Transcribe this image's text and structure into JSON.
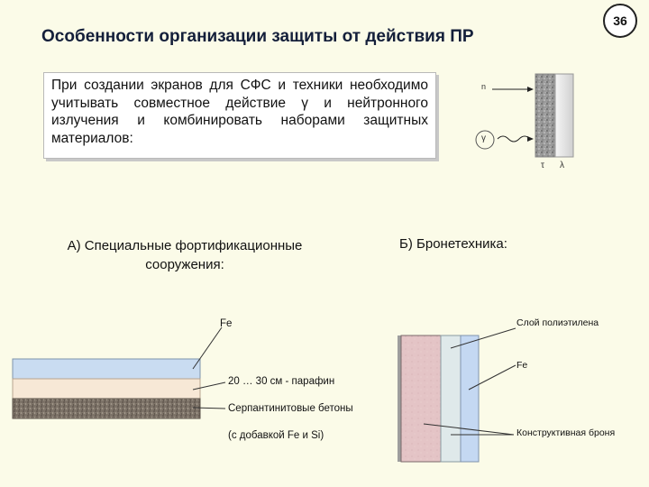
{
  "slide": {
    "title": "Особенности организации защиты от действия ПР",
    "page_number": "36",
    "note": "При создании экранов для СФС и техники необходимо учитывать совместное действие γ и нейтронного излучения и комбинировать наборами защитных материалов:"
  },
  "top_diagram": {
    "n_label": "n",
    "gamma_label": "γ",
    "tau_label": "τ",
    "lambda_label": "λ"
  },
  "section_a": {
    "title": "А) Специальные фортификационные сооружения:",
    "layers": {
      "fe": "Fe",
      "paraffin": "20 … 30 см - парафин",
      "concrete": "Серпантинитовые бетоны",
      "concrete_note": "(с добавкой Fe и Si)"
    },
    "colors": {
      "fe": "#c9dcf1",
      "paraffin": "#f7e8d6",
      "concrete": "#8a7f73"
    }
  },
  "section_b": {
    "title": "Б) Бронетехника:",
    "layers": {
      "polyethylene": "Слой полиэтилена",
      "fe": "Fe",
      "armor": "Конструктивная броня"
    },
    "colors": {
      "armor": "#e4c4c6",
      "polyethylene": "#dfe9ea",
      "fe": "#c4d8f2"
    }
  }
}
